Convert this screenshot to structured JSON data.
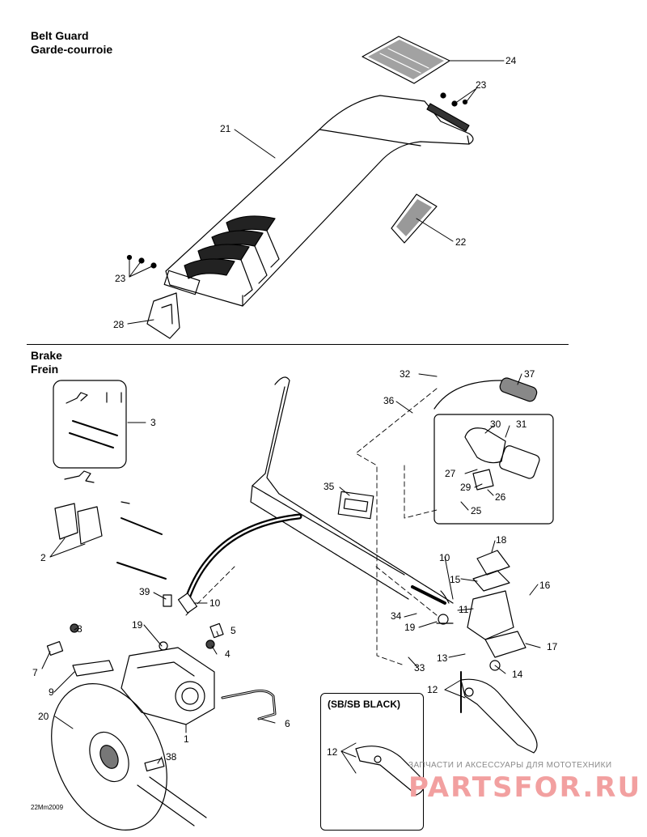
{
  "sections": {
    "belt_guard": {
      "title_en": "Belt Guard",
      "title_fr": "Garde-courroie"
    },
    "brake": {
      "title_en": "Brake",
      "title_fr": "Frein"
    }
  },
  "inset_title": "(SB/SB BLACK)",
  "diagram_code": "22Mm2009",
  "watermark": {
    "top_text": "ЗАПЧАСТИ И АКСЕССУАРЫ ДЛЯ МОТОТЕХНИКИ",
    "brand": "PARTSFOR.RU"
  },
  "callouts": {
    "c24": "24",
    "c23a": "23",
    "c21": "21",
    "c22": "22",
    "c23b": "23",
    "c28": "28",
    "c32": "32",
    "c37": "37",
    "c36": "36",
    "c30": "30",
    "c31": "31",
    "c3": "3",
    "c27": "27",
    "c29": "29",
    "c35": "35",
    "c26": "26",
    "c25": "25",
    "c2": "2",
    "c18": "18",
    "c10a": "10",
    "c15": "15",
    "c16": "16",
    "c39": "39",
    "c10b": "10",
    "c11": "11",
    "c34": "34",
    "c19a": "19",
    "c19b": "19",
    "c8": "8",
    "c5": "5",
    "c4": "4",
    "c17": "17",
    "c13": "13",
    "c14": "14",
    "c7": "7",
    "c33": "33",
    "c9": "9",
    "c12a": "12",
    "c20": "20",
    "c6": "6",
    "c1": "1",
    "c38": "38",
    "c12b": "12"
  },
  "colors": {
    "ink": "#000000",
    "watermark_red": "#f2a0a0",
    "watermark_gray": "#8a8a8a"
  }
}
